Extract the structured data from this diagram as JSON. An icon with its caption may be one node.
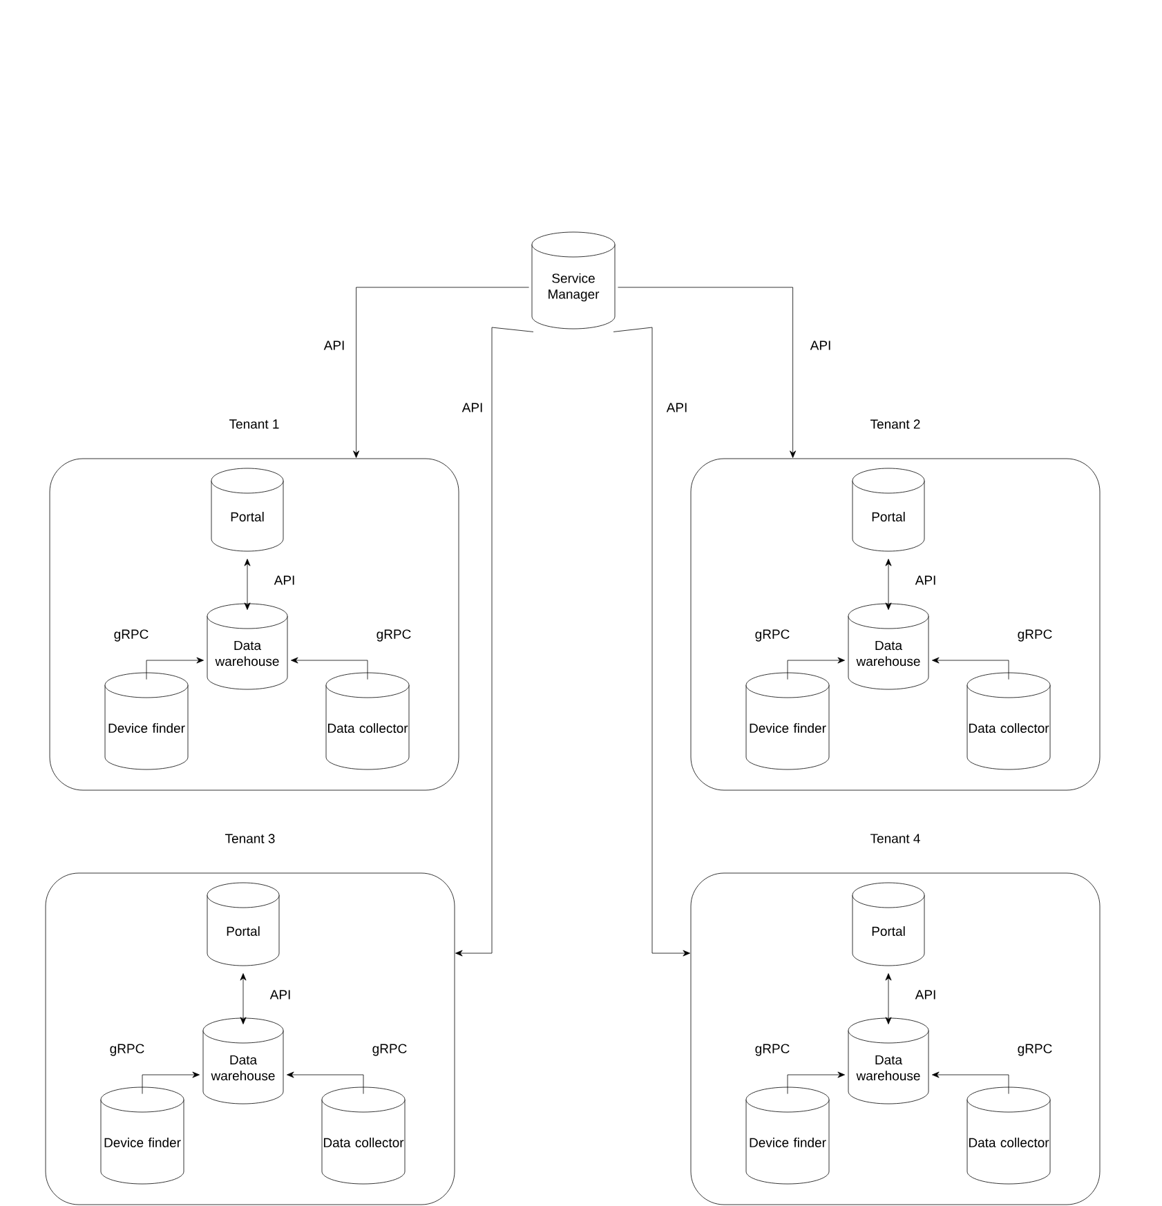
{
  "diagram": {
    "nodes": [
      {
        "text": [
          "Service Manager"
        ]
      },
      {
        "text": [
          "Tenant 1"
        ]
      },
      {
        "text": [
          "Portal"
        ],
        "in": 1
      },
      {
        "text": [
          "Data warehouse"
        ],
        "in": 1
      },
      {
        "text": [
          "Device finder"
        ],
        "in": 1
      },
      {
        "text": [
          "Data collector"
        ],
        "in": 1
      },
      {
        "text": [
          "Tenant 2"
        ]
      },
      {
        "text": [
          "Portal"
        ],
        "in": 6
      },
      {
        "text": [
          "Data warehouse"
        ],
        "in": 6
      },
      {
        "text": [
          "Device finder"
        ],
        "in": 6
      },
      {
        "text": [
          "Data collector"
        ],
        "in": 6
      },
      {
        "text": [
          "Tenant 3"
        ]
      },
      {
        "text": [
          "Portal"
        ],
        "in": 11
      },
      {
        "text": [
          "Data warehouse"
        ],
        "in": 11
      },
      {
        "text": [
          "Device finder"
        ],
        "in": 11
      },
      {
        "text": [
          "Data collector"
        ],
        "in": 11
      },
      {
        "text": [
          "Tenant 4"
        ]
      },
      {
        "text": [
          "Portal"
        ],
        "in": 16
      },
      {
        "text": [
          "Data warehouse"
        ],
        "in": 16
      },
      {
        "text": [
          "Device finder"
        ],
        "in": 16
      },
      {
        "text": [
          "Data collector"
        ],
        "in": 16
      }
    ],
    "edges": [
      {
        "from": 0,
        "to": 1,
        "arrow": "to",
        "label": "API"
      },
      {
        "from": 0,
        "to": 6,
        "arrow": "to",
        "label": "API"
      },
      {
        "from": 0,
        "to": 11,
        "arrow": "to",
        "label": "API"
      },
      {
        "from": 0,
        "to": 16,
        "arrow": "to",
        "label": "API"
      },
      {
        "from": 2,
        "to": 3,
        "arrow": "both",
        "label": "API"
      },
      {
        "from": 4,
        "to": 3,
        "arrow": "to",
        "label": "gRPC"
      },
      {
        "from": 5,
        "to": 3,
        "arrow": "to",
        "label": "gRPC"
      },
      {
        "from": 7,
        "to": 8,
        "arrow": "both",
        "label": "API"
      },
      {
        "from": 9,
        "to": 8,
        "arrow": "to",
        "label": "gRPC"
      },
      {
        "from": 10,
        "to": 8,
        "arrow": "to",
        "label": "gRPC"
      },
      {
        "from": 12,
        "to": 13,
        "arrow": "both",
        "label": "API"
      },
      {
        "from": 14,
        "to": 13,
        "arrow": "to",
        "label": "gRPC"
      },
      {
        "from": 15,
        "to": 13,
        "arrow": "to",
        "label": "gRPC"
      },
      {
        "from": 17,
        "to": 18,
        "arrow": "both",
        "label": "API"
      },
      {
        "from": 19,
        "to": 18,
        "arrow": "to",
        "label": "gRPC"
      },
      {
        "from": 20,
        "to": 18,
        "arrow": "to",
        "label": "gRPC"
      }
    ]
  }
}
